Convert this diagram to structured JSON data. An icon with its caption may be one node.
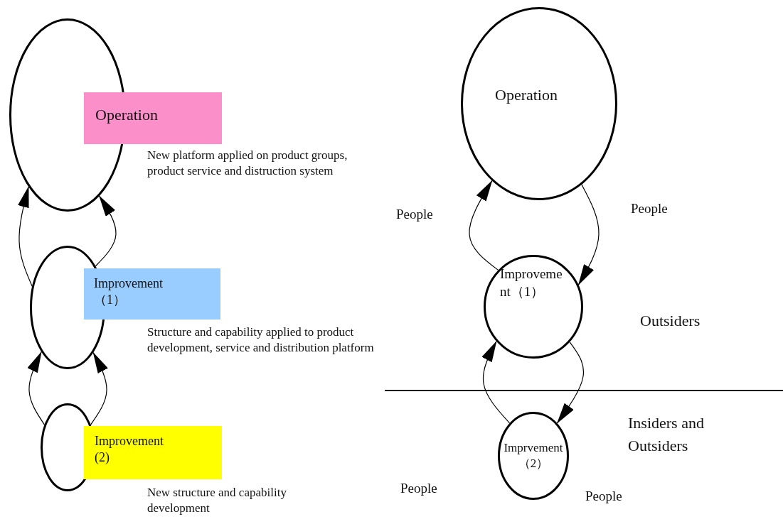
{
  "diagram": {
    "nodes": [
      {
        "text": [],
        "shape": "circle"
      },
      {
        "text": [
          "Operation"
        ],
        "beside": [
          "New platform applied on product groups, product service and distruction system"
        ]
      },
      {
        "text": [],
        "shape": "circle"
      },
      {
        "text": [
          "Improvement （1）"
        ],
        "beside": [
          "Structure and capability applied to product development, service and distribution platform"
        ]
      },
      {
        "text": [],
        "shape": "circle"
      },
      {
        "text": [
          "Improvement (2)"
        ],
        "beside": [
          "New structure and capability development"
        ]
      },
      {
        "text": [
          "Operation"
        ]
      },
      {
        "text": [
          "Improvement（1）"
        ]
      },
      {
        "text": [
          "Imprvement （2）"
        ]
      }
    ],
    "edges": [
      {
        "from": 2,
        "to": 0,
        "arrow": "to"
      },
      {
        "from": 2,
        "to": 0,
        "arrow": "to"
      },
      {
        "from": 4,
        "to": 2,
        "arrow": "to"
      },
      {
        "from": 4,
        "to": 2,
        "arrow": "to"
      },
      {
        "from": 7,
        "to": 6,
        "arrow": "to"
      },
      {
        "from": 6,
        "to": 7,
        "arrow": "to"
      },
      {
        "from": 8,
        "to": 7,
        "arrow": "to"
      },
      {
        "from": 7,
        "to": 8,
        "arrow": "to"
      }
    ],
    "labels": [
      "People",
      "People",
      "Outsiders",
      "Insiders and Outsiders",
      "People",
      "People"
    ]
  }
}
